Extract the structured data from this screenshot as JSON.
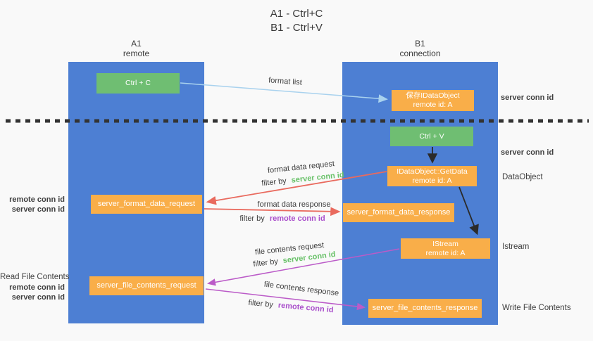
{
  "title": {
    "line1": "A1 - Ctrl+C",
    "line2": "B1 - Ctrl+V"
  },
  "columns": {
    "a": {
      "title": "A1",
      "subtitle": "remote"
    },
    "b": {
      "title": "B1",
      "subtitle": "connection"
    }
  },
  "nodes": {
    "ctrl_c": {
      "label": "Ctrl + C"
    },
    "ctrl_v": {
      "label": "Ctrl + V"
    },
    "save_dataobject": {
      "line1": "保存IDataObject",
      "line2": "remote id: A"
    },
    "getdata": {
      "line1": "IDataObject::GetData",
      "line2": "remote id: A"
    },
    "istream": {
      "line1": "IStream",
      "line2": "remote id: A"
    },
    "server_format_data_request": {
      "label": "server_format_data_request"
    },
    "server_format_data_response": {
      "label": "server_format_data_response"
    },
    "server_file_contents_request": {
      "label": "server_file_contents_request"
    },
    "server_file_contents_response": {
      "label": "server_file_contents_response"
    }
  },
  "flow_labels": {
    "format_list": "format list",
    "format_data_request": "format data request",
    "format_data_response": "format data response",
    "file_contents_request": "file contents request",
    "file_contents_response": "file contents response",
    "filter_by": "filter by",
    "server_conn_id": "server conn id",
    "remote_conn_id": "remote conn id"
  },
  "side_labels": {
    "right_top_server_conn_id": "server conn id",
    "right_mid_server_conn_id": "server conn id",
    "right_dataobject": "DataObject",
    "right_istream": "Istream",
    "right_write_file_contents": "Write File Contents",
    "left_remote_conn_id_1": "remote conn id",
    "left_server_conn_id_1": "server conn id",
    "left_read_file_contents": "Read File Contents",
    "left_remote_conn_id_2": "remote conn id",
    "left_server_conn_id_2": "server conn id"
  },
  "colors": {
    "column_blue": "#4d7fd3",
    "node_green": "#6fbe72",
    "node_orange": "#f9ae49",
    "arrow_red": "#e96a5e",
    "arrow_magenta": "#bb5bc8",
    "arrow_light_blue": "#a9d2ee",
    "arrow_black": "#2b2b2b",
    "separator_black": "#333333",
    "text_green": "#68c168",
    "text_purple": "#a94ecb",
    "text_dark": "#3f3f3f"
  }
}
